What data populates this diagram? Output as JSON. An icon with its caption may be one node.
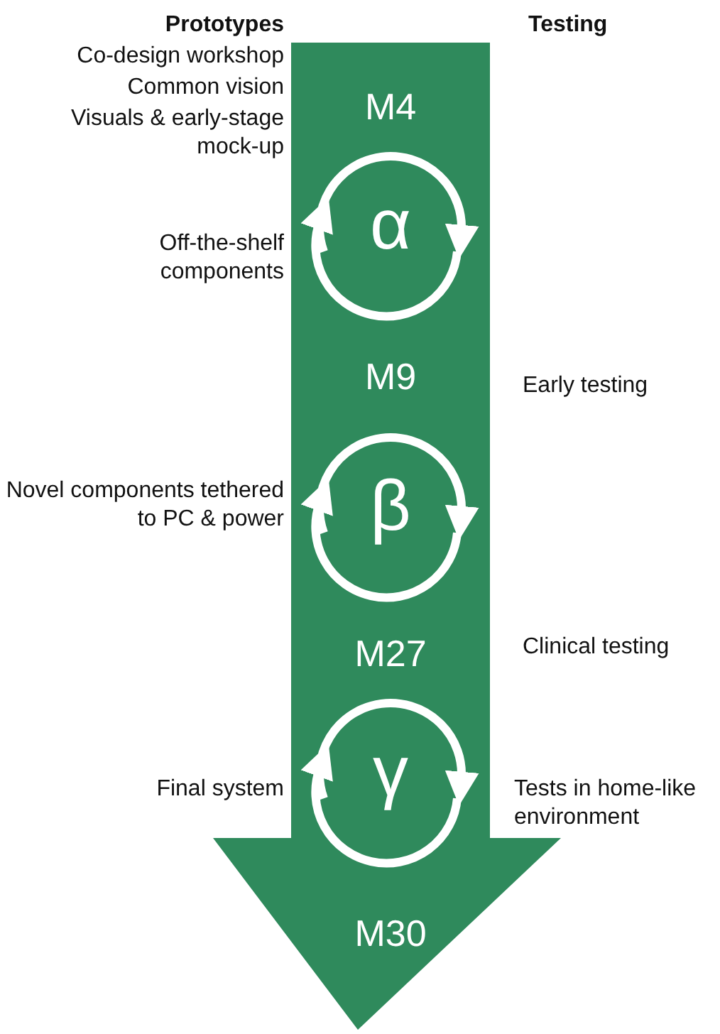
{
  "diagram": {
    "nodes": [
      {
        "text": [
          "M4",
          "M9",
          "M27",
          "M30"
        ]
      },
      {
        "text": [
          "α"
        ],
        "in": 0
      },
      {
        "text": [
          "β"
        ],
        "in": 0
      },
      {
        "text": [
          "γ"
        ],
        "in": 0
      }
    ],
    "edges": [],
    "labels": [
      "Prototypes",
      "Testing",
      "Co-design workshop",
      "Common vision",
      "Visuals & early-stage mock-up",
      "Off-the-shelf components",
      "Early testing",
      "Novel components tethered to PC & power",
      "Clinical testing",
      "Final system",
      "Tests in home-like environment"
    ]
  }
}
